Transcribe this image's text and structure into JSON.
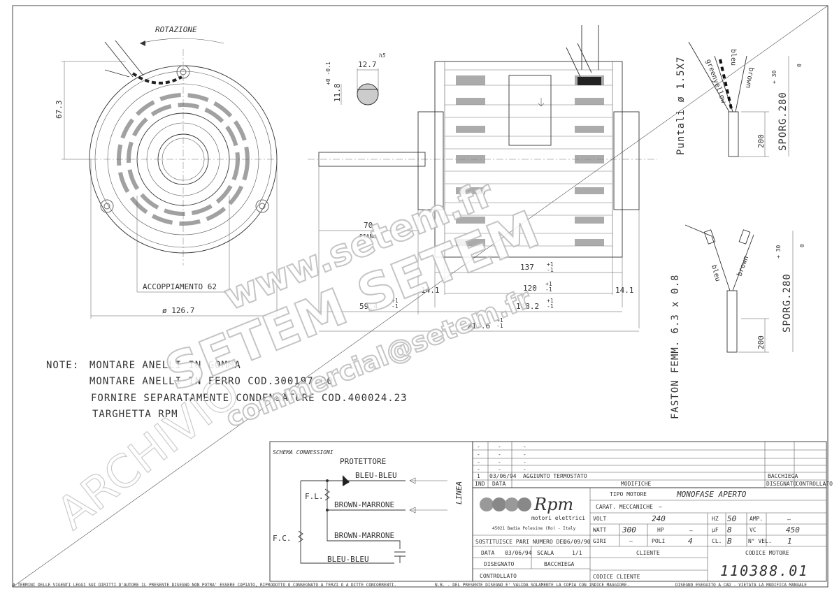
{
  "front_view": {
    "rotation_label": "ROTAZIONE",
    "height_dim": "67.3",
    "coupling_dim": "ACCOPPIAMENTO 62",
    "diameter_dim": "ø 126.7"
  },
  "shaft_section": {
    "diameter": "12.7",
    "tolerance_class": "h5",
    "flat": "11.8",
    "flat_tolerance": "+0 -0.1"
  },
  "side_view": {
    "shaft_length": "70",
    "shaft_flat_label": "PIANO",
    "dim_137": "137",
    "dim_120": "120",
    "dim_14_left": "14.1",
    "dim_14_right": "14.1",
    "dim_59": "59.4",
    "dim_148": "148.2",
    "dim_217": "217.6",
    "tol_plus": "+1",
    "tol_minus": "-1"
  },
  "cable_top": {
    "puntali_label": "Puntali ø 1.5X7",
    "wire_labels": [
      "bleu",
      "brown",
      "greenyellow"
    ],
    "dim_length": "200",
    "dim_sporg": "SPORG.280",
    "tol_plus": "+ 30",
    "tol_zero": "0"
  },
  "cable_bottom": {
    "faston_label": "FASTON FEMM. 6.3 x 0.8",
    "wire_labels": [
      "bleu",
      "brown"
    ],
    "dim_length": "200",
    "dim_sporg": "SPORG.280",
    "tol_plus": "+ 30",
    "tol_zero": "0"
  },
  "notes": {
    "prefix": "NOTE:",
    "lines": [
      "MONTARE ANELLI IN GOMMA",
      "MONTARE ANELLI IN FERRO COD.300197.00",
      "FORNIRE SEPARATAMENTE CONDENSATORE COD.400024.23",
      "TARGHETTA RPM"
    ]
  },
  "schema": {
    "title": "SCHEMA CONNESSIONI",
    "protettore": "PROTETTORE",
    "fl": "F.L.",
    "fc": "F.C.",
    "linea": "LINEA",
    "wires": [
      "BLEU-BLEU",
      "BROWN-MARRONE",
      "BROWN-MARRONE",
      "BLEU-BLEU"
    ]
  },
  "revisions": {
    "rows": [
      {
        "ind": "-",
        "date": "-",
        "desc": "-",
        "by": "",
        "ctrl": ""
      },
      {
        "ind": "-",
        "date": "-",
        "desc": "-",
        "by": "",
        "ctrl": ""
      },
      {
        "ind": "-",
        "date": "-",
        "desc": "-",
        "by": "",
        "ctrl": ""
      },
      {
        "ind": "-",
        "date": "-",
        "desc": "-",
        "by": "",
        "ctrl": ""
      },
      {
        "ind": "1",
        "date": "03/06/94",
        "desc": "AGGIUNTO TERMOSTATO",
        "by": "BACCHIEGA",
        "ctrl": ""
      }
    ],
    "header_ind": "IND",
    "header_date": "DATA",
    "header_mod": "MODIFICHE",
    "header_by": "DISEGNATO",
    "header_ctrl": "CONTROLLATO"
  },
  "company": {
    "logo_text": "Rpm",
    "subtitle": "motori elettrici",
    "address": "45021 Badia Polesine (Ro) - Italy"
  },
  "title_block": {
    "replaces": "SOSTITUISCE PARI NUMERO DEL",
    "replaces_date": "06/09/90",
    "data_label": "DATA",
    "data_value": "03/06/94",
    "scala_label": "SCALA",
    "scala_value": "1/1",
    "disegnato_label": "DISEGNATO",
    "disegnato_value": "BACCHIEGA",
    "controllato_label": "CONTROLLATO",
    "tipo_label": "TIPO MOTORE",
    "tipo_value": "MONOFASE APERTO",
    "carat_label": "CARAT. MECCANICHE",
    "carat_value": "—",
    "volt_label": "VOLT",
    "volt_value": "240",
    "hz_label": "HZ",
    "hz_value": "50",
    "amp_label": "AMP.",
    "amp_value": "—",
    "watt_label": "WATT",
    "watt_value": "300",
    "hp_label": "HP",
    "hp_value": "—",
    "uf_label": "µF",
    "uf_value": "8",
    "vc_label": "VC",
    "vc_value": "450",
    "giri_label": "GIRI",
    "giri_value": "—",
    "poli_label": "POLI",
    "poli_value": "4",
    "cl_label": "CL.",
    "cl_value": "B",
    "nvel_label": "N° VEL.",
    "nvel_value": "1",
    "cliente_label": "CLIENTE",
    "codice_cliente_label": "CODICE CLIENTE",
    "codice_motore_label": "CODICE MOTORE",
    "codice_motore_value": "110388.01"
  },
  "footer": {
    "left": "A TERMINI DELLE VIGENTI LEGGI SUI DIRITTI D'AUTORE IL PRESENTE DISEGNO NON POTRA' ESSERE COPIATO, RIPRODOTTO O CONSEGNATO A TERZI O A DITTE CONCORRENTI.",
    "middle": "N.B. - DEL PRESENTE DISEGNO E' VALIDA SOLAMENTE LA COPIA CON INDICE MAGGIORE.",
    "right": "DISEGNO ESEGUITO A CAD - VIETATA LA MODIFICA MANUALE"
  },
  "watermarks": {
    "archive": "ARCHIVIO",
    "site": "www.setem.fr",
    "brand": "SETEM SETEM",
    "email": "commercial@setem.fr"
  }
}
